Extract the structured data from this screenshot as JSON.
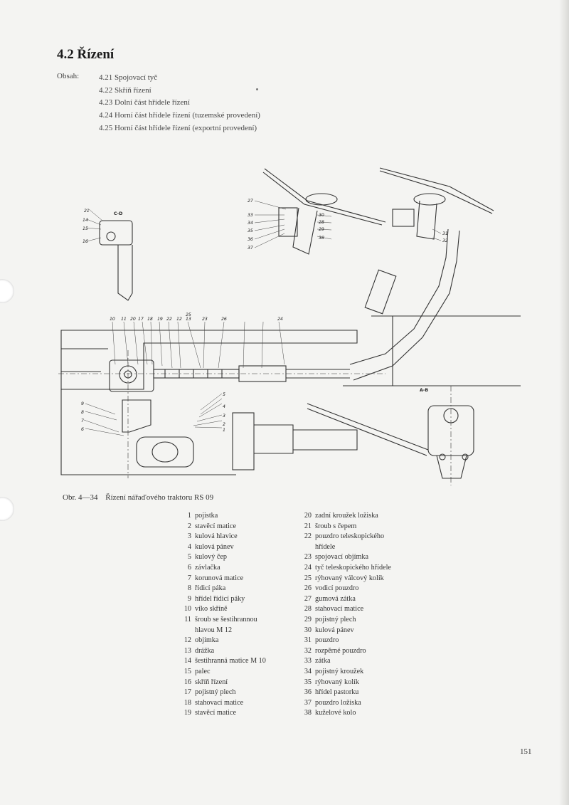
{
  "heading": "4.2 Řízení",
  "contents_label": "Obsah:",
  "contents": [
    "4.21 Spojovací tyč",
    "4.22 Skříň řízení",
    "4.23 Dolní část hřídele řízení",
    "4.24 Horní část hřídele řízení (tuzemské provedení)",
    "4.25 Horní část hřídele řízení (exportní provedení)"
  ],
  "figure": {
    "caption_number": "Obr. 4—34",
    "caption_title": "Řízení nářaďového traktoru RS 09",
    "section_labels": [
      "C-D",
      "A-B"
    ],
    "callouts": [
      "1",
      "2",
      "3",
      "4",
      "5",
      "6",
      "7",
      "8",
      "9",
      "10",
      "11",
      "12",
      "13",
      "14",
      "15",
      "16",
      "17",
      "18",
      "19",
      "20",
      "21",
      "22",
      "23",
      "24",
      "25",
      "26",
      "27",
      "28",
      "29",
      "30",
      "31",
      "32",
      "33",
      "34",
      "35",
      "36",
      "37",
      "38"
    ]
  },
  "legend_left": [
    {
      "num": "1",
      "text": "pojistka"
    },
    {
      "num": "2",
      "text": "stavěcí matice"
    },
    {
      "num": "3",
      "text": "kulová hlavice"
    },
    {
      "num": "4",
      "text": "kulová pánev"
    },
    {
      "num": "5",
      "text": "kulový čep"
    },
    {
      "num": "6",
      "text": "závlačka"
    },
    {
      "num": "7",
      "text": "korunová matice"
    },
    {
      "num": "8",
      "text": "řídicí páka"
    },
    {
      "num": "9",
      "text": "hřídel řídicí páky"
    },
    {
      "num": "10",
      "text": "víko skříně"
    },
    {
      "num": "11",
      "text": "šroub se šestihrannou\nhlavou M 12"
    },
    {
      "num": "12",
      "text": "objímka"
    },
    {
      "num": "13",
      "text": "drážka"
    },
    {
      "num": "14",
      "text": "šestihranná matice M 10"
    },
    {
      "num": "15",
      "text": "palec"
    },
    {
      "num": "16",
      "text": "skříň řízení"
    },
    {
      "num": "17",
      "text": "pojistný plech"
    },
    {
      "num": "18",
      "text": "stahovací matice"
    },
    {
      "num": "19",
      "text": "stavěcí matice"
    }
  ],
  "legend_right": [
    {
      "num": "20",
      "text": "zadní kroužek ložiska"
    },
    {
      "num": "21",
      "text": "šroub s čepem"
    },
    {
      "num": "22",
      "text": "pouzdro teleskopického\nhřídele"
    },
    {
      "num": "23",
      "text": "spojovací objímka"
    },
    {
      "num": "24",
      "text": "tyč teleskopického hřídele"
    },
    {
      "num": "25",
      "text": "rýhovaný válcový kolík"
    },
    {
      "num": "26",
      "text": "vodicí pouzdro"
    },
    {
      "num": "27",
      "text": "gumová zátka"
    },
    {
      "num": "28",
      "text": "stahovací matice"
    },
    {
      "num": "29",
      "text": "pojistný plech"
    },
    {
      "num": "30",
      "text": "kulová pánev"
    },
    {
      "num": "31",
      "text": "pouzdro"
    },
    {
      "num": "32",
      "text": "rozpěrné pouzdro"
    },
    {
      "num": "33",
      "text": "zátka"
    },
    {
      "num": "34",
      "text": "pojistný kroužek"
    },
    {
      "num": "35",
      "text": "rýhovaný kolík"
    },
    {
      "num": "36",
      "text": "hřídel pastorku"
    },
    {
      "num": "37",
      "text": "pouzdro ložiska"
    },
    {
      "num": "38",
      "text": "kuželové kolo"
    }
  ],
  "page_number": "151"
}
